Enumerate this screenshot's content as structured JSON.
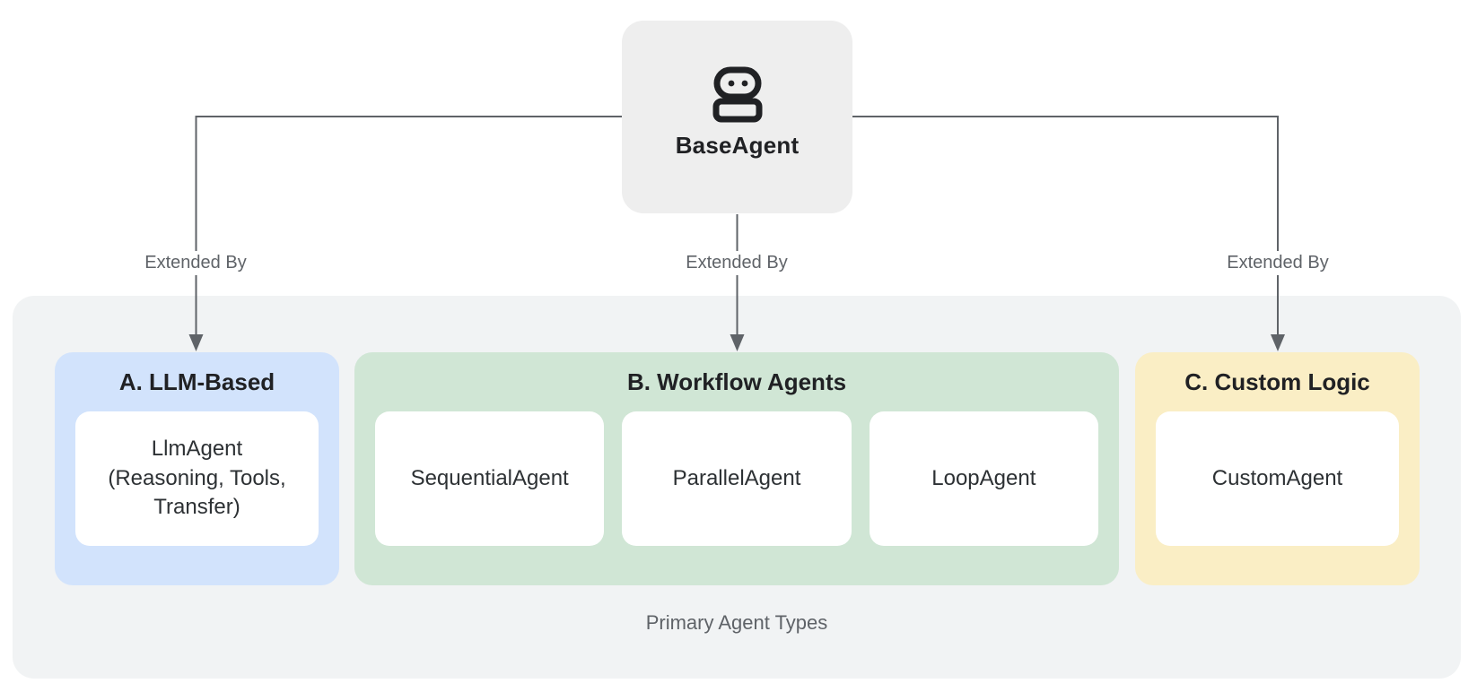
{
  "diagram": {
    "root": {
      "label": "BaseAgent"
    },
    "edges": [
      {
        "label": "Extended By"
      },
      {
        "label": "Extended By"
      },
      {
        "label": "Extended By"
      }
    ],
    "groups": [
      {
        "title": "A. LLM-Based",
        "color": "#d2e3fc",
        "cards": [
          {
            "label": "LlmAgent\n(Reasoning, Tools,\nTransfer)"
          }
        ]
      },
      {
        "title": "B. Workflow Agents",
        "color": "#d0e6d5",
        "cards": [
          {
            "label": "SequentialAgent"
          },
          {
            "label": "ParallelAgent"
          },
          {
            "label": "LoopAgent"
          }
        ]
      },
      {
        "title": "C. Custom Logic",
        "color": "#faeec5",
        "cards": [
          {
            "label": "CustomAgent"
          }
        ]
      }
    ],
    "caption": "Primary Agent Types",
    "colors": {
      "container": "#f1f3f4",
      "root_node": "#eeeeee",
      "llm_based": "#d2e3fc",
      "workflow": "#d0e6d5",
      "custom_logic": "#faeec5",
      "connector": "#5f6368",
      "title_text": "#202124",
      "muted_text": "#5f6368",
      "icon": "#202124"
    }
  }
}
